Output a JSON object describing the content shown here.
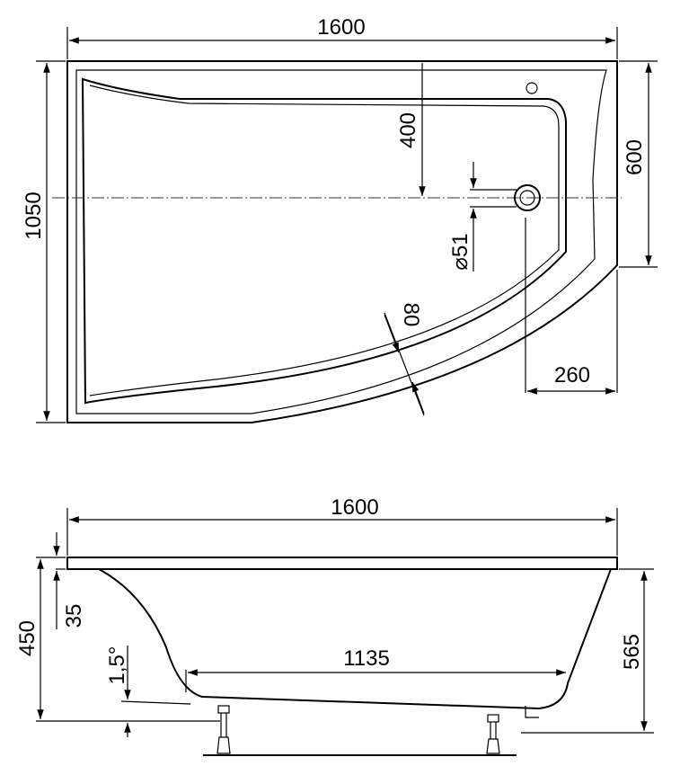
{
  "top_view": {
    "width_label": "1600",
    "depth_label": "1050",
    "drain_offset_label": "400",
    "short_side_label": "600",
    "drain_diameter_label": "⌀51",
    "rim_width_label": "80",
    "corner_offset_label": "260"
  },
  "side_view": {
    "width_label": "1600",
    "height_label": "450",
    "rim_thickness_label": "35",
    "slope_label": "1,5°",
    "bottom_length_label": "1135",
    "total_height_label": "565"
  }
}
